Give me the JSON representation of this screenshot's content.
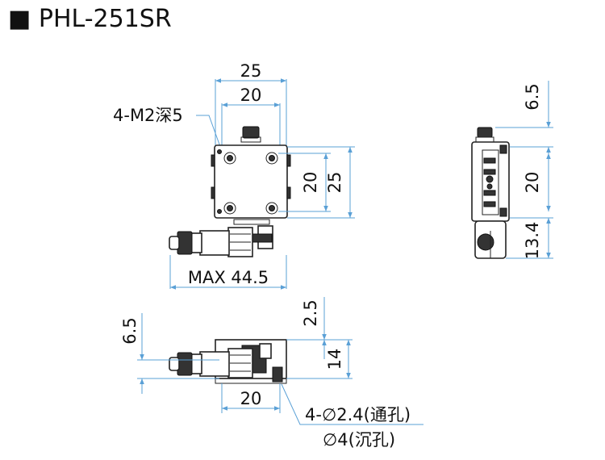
{
  "title": "■ PHL-251SR",
  "top_view": {
    "dim_top_outer": "25",
    "dim_top_inner": "20",
    "screw_label": "4-M2深5",
    "dim_right_inner": "20",
    "dim_right_outer": "25",
    "dim_max": "MAX 44.5"
  },
  "side_view": {
    "dim_top": "6.5",
    "dim_mid": "20",
    "dim_bottom": "13.4"
  },
  "front_view": {
    "dim_left": "6.5",
    "dim_top_right": "2.5",
    "dim_right": "14",
    "dim_bottom": "20",
    "hole_label": "4-∅2.4(通孔)",
    "counterbore_label": "∅4(沉孔)"
  }
}
